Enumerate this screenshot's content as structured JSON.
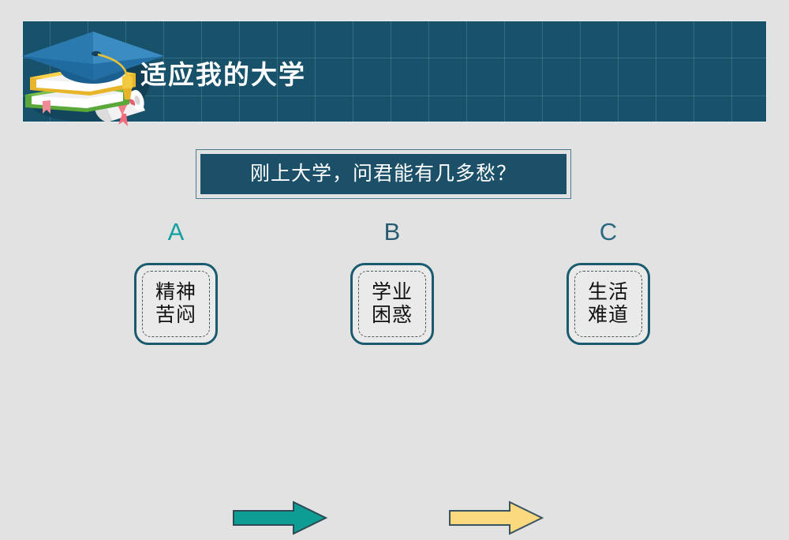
{
  "slide": {
    "background_color": "#e2e2e2"
  },
  "header": {
    "title": "适应我的大学",
    "background_color": "#17516a",
    "grid_line_color": "rgba(150,200,215,0.22)",
    "illustration_name": "graduation-cap-books-diploma",
    "illustration_parts": {
      "mortarboard": "#1c5f8f",
      "mortarboard_top": "#2a7ab0",
      "tassel": "#f3c93f",
      "book_yellow": "#f7c93a",
      "book_green": "#7cc04a",
      "diploma_paper": "#ffffff",
      "diploma_ribbon": "#ef7d8a"
    }
  },
  "subtitle": {
    "text": "刚上大学，问君能有几多愁？",
    "fill_color": "#1b5068",
    "border_color": "#4b7b8e",
    "text_color": "#ffffff"
  },
  "flow": {
    "steps": [
      {
        "label": "A",
        "label_color": "#14a0a0",
        "lines": [
          "精神",
          "苦闷"
        ],
        "border_color": "#1b5b70",
        "fill_color": "#eaeaea"
      },
      {
        "label": "B",
        "label_color": "#285c70",
        "lines": [
          "学业",
          "困惑"
        ],
        "border_color": "#1b5b70",
        "fill_color": "#eaeaea"
      },
      {
        "label": "C",
        "label_color": "#2b6a80",
        "lines": [
          "生活",
          "难道"
        ],
        "border_color": "#1b5b70",
        "fill_color": "#eaeaea"
      }
    ],
    "arrows": [
      {
        "name": "arrow-a-to-b",
        "direction": "right",
        "fill_color": "#0d9d95",
        "stroke_color": "#2d4a55"
      },
      {
        "name": "arrow-b-to-c",
        "direction": "right",
        "fill_color": "#fad97f",
        "stroke_color": "#3a5360"
      }
    ]
  }
}
